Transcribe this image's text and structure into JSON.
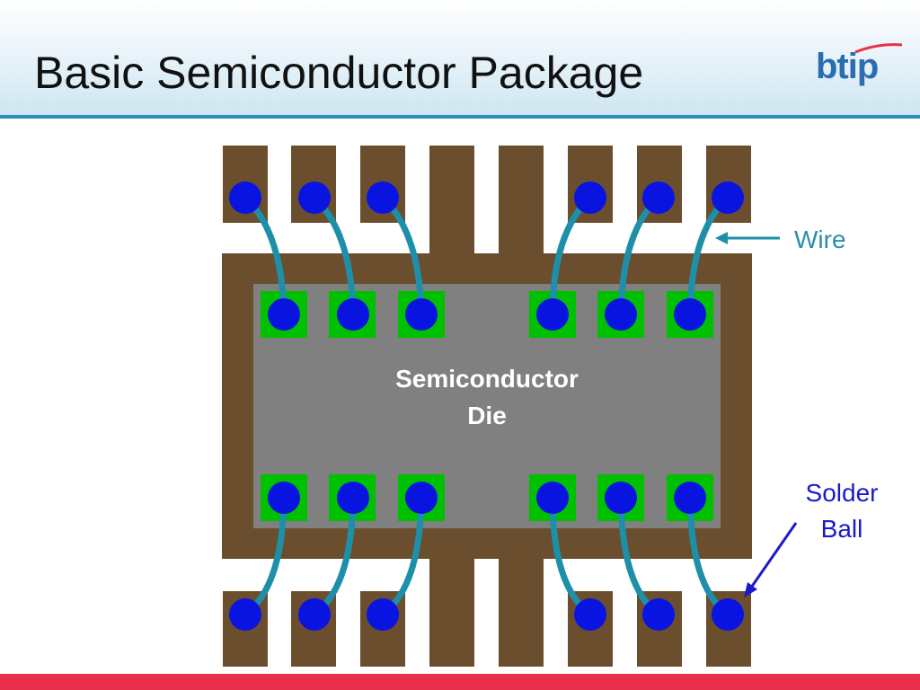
{
  "slide": {
    "title": "Basic Semiconductor Package",
    "logo_text": "btip"
  },
  "diagram": {
    "die_label_line1": "Semiconductor",
    "die_label_line2": "Die",
    "callouts": {
      "wire": "Wire",
      "solder_ball_line1": "Solder",
      "solder_ball_line2": "Ball"
    },
    "colors": {
      "lead_frame": "#6b4e2e",
      "die": "#808080",
      "bond_pad": "#00c000",
      "solder_ball": "#0a14e0",
      "wire": "#1e8fa8",
      "wire_arrow": "#1e8fa8",
      "ball_arrow": "#1a1acc",
      "header_rule": "#2c8fbd",
      "footer_rule": "#e8304a"
    }
  }
}
